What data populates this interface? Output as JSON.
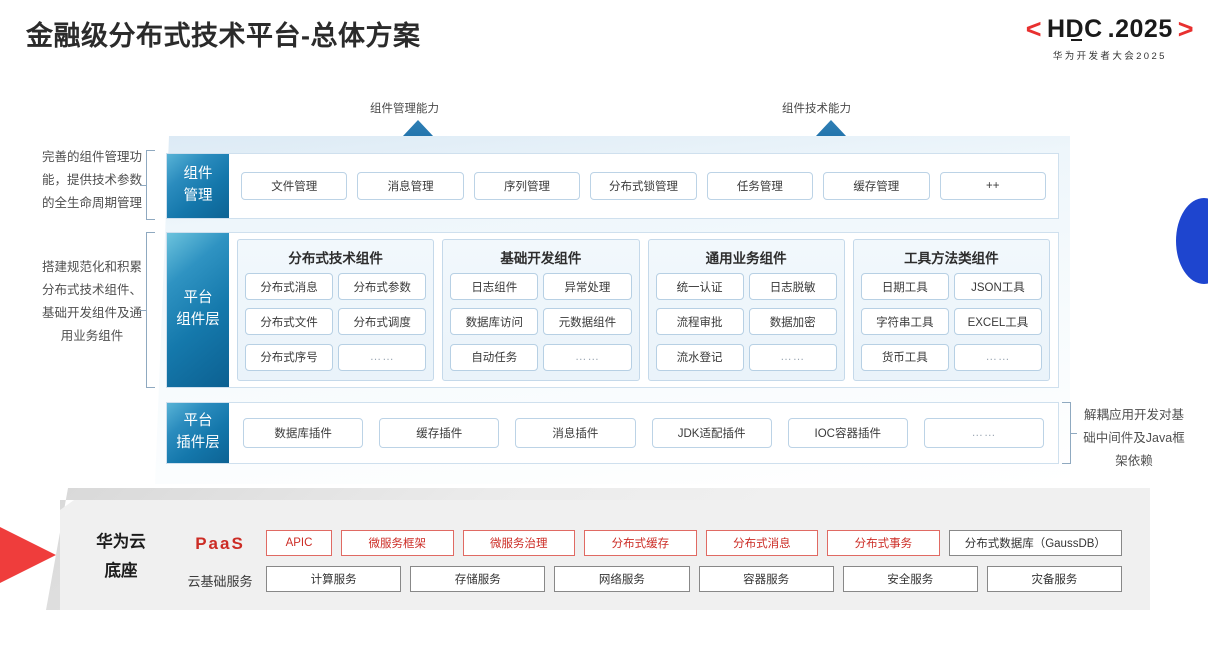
{
  "header": {
    "title": "金融级分布式技术平台-总体方案",
    "logo": {
      "bracket_left": "<",
      "main": "HDC",
      "dot_year": ".2025",
      "bracket_right": ">",
      "subtitle": "华为开发者大会2025",
      "accent": "#e8302f"
    }
  },
  "arrows": [
    {
      "label": "组件管理能力"
    },
    {
      "label": "组件技术能力"
    }
  ],
  "side_descriptions": {
    "left": [
      "完善的组件管理功能，提供技术参数的全生命周期管理",
      "搭建规范化和积累分布式技术组件、基础开发组件及通用业务组件"
    ],
    "right": [
      "解耦应用开发对基础中间件及Java框架依赖"
    ]
  },
  "layers": [
    {
      "name": "component-management",
      "tag": "组件\n管理",
      "tag_lines": [
        "组件",
        "管理"
      ],
      "items": [
        "文件管理",
        "消息管理",
        "序列管理",
        "分布式锁管理",
        "任务管理",
        "缓存管理",
        "++"
      ]
    },
    {
      "name": "platform-component-layer",
      "tag_lines": [
        "平台",
        "组件层"
      ],
      "groups": [
        {
          "title": "分布式技术组件",
          "items": [
            "分布式消息",
            "分布式参数",
            "分布式文件",
            "分布式调度",
            "分布式序号",
            "……"
          ]
        },
        {
          "title": "基础开发组件",
          "items": [
            "日志组件",
            "异常处理",
            "数据库访问",
            "元数据组件",
            "自动任务",
            "……"
          ]
        },
        {
          "title": "通用业务组件",
          "items": [
            "统一认证",
            "日志脱敏",
            "流程审批",
            "数据加密",
            "流水登记",
            "……"
          ]
        },
        {
          "title": "工具方法类组件",
          "items": [
            "日期工具",
            "JSON工具",
            "字符串工具",
            "EXCEL工具",
            "货币工具",
            "……"
          ]
        }
      ]
    },
    {
      "name": "platform-plugin-layer",
      "tag_lines": [
        "平台",
        "插件层"
      ],
      "items": [
        "数据库插件",
        "缓存插件",
        "消息插件",
        "JDK适配插件",
        "IOC容器插件",
        "……"
      ]
    }
  ],
  "base": {
    "title_lines": [
      "华为云",
      "底座"
    ],
    "paas_label": "PaaS",
    "cloud_label": "云基础服务",
    "paas_items": [
      {
        "label": "APIC",
        "highlight": true,
        "narrow": true
      },
      {
        "label": "微服务框架",
        "highlight": true
      },
      {
        "label": "微服务治理",
        "highlight": true
      },
      {
        "label": "分布式缓存",
        "highlight": true
      },
      {
        "label": "分布式消息",
        "highlight": true
      },
      {
        "label": "分布式事务",
        "highlight": true
      },
      {
        "label": "分布式数据库（GaussDB）",
        "highlight": false,
        "wide": true
      }
    ],
    "cloud_items": [
      "计算服务",
      "存储服务",
      "网络服务",
      "容器服务",
      "安全服务",
      "灾备服务"
    ]
  },
  "colors": {
    "accent_red": "#cc2c25",
    "brand_blue": "#1477ab",
    "panel_border": "#cfe0ee",
    "decor_blue": "#1e45cf",
    "decor_red": "#ef3d3c"
  }
}
